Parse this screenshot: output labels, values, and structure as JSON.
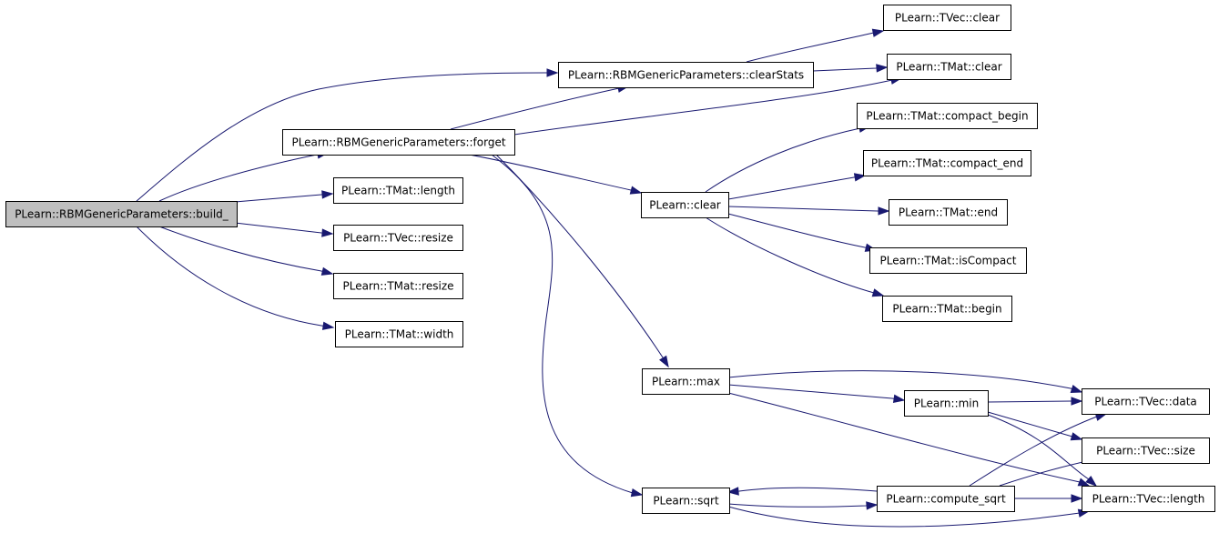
{
  "diagram": {
    "type": "call-graph",
    "colors": {
      "edge": "#191970",
      "root_fill": "#bfbfbf",
      "node_fill": "#ffffff",
      "border": "#000000"
    },
    "nodes": [
      {
        "id": "build",
        "label": "PLearn::RBMGenericParameters::build_",
        "root": true
      },
      {
        "id": "clearStats",
        "label": "PLearn::RBMGenericParameters::clearStats"
      },
      {
        "id": "forget",
        "label": "PLearn::RBMGenericParameters::forget"
      },
      {
        "id": "tmat_length",
        "label": "PLearn::TMat::length"
      },
      {
        "id": "tvec_resize",
        "label": "PLearn::TVec::resize"
      },
      {
        "id": "tmat_resize",
        "label": "PLearn::TMat::resize"
      },
      {
        "id": "tmat_width",
        "label": "PLearn::TMat::width"
      },
      {
        "id": "tvec_clear",
        "label": "PLearn::TVec::clear"
      },
      {
        "id": "tmat_clear",
        "label": "PLearn::TMat::clear"
      },
      {
        "id": "clear",
        "label": "PLearn::clear"
      },
      {
        "id": "compact_begin",
        "label": "PLearn::TMat::compact_begin"
      },
      {
        "id": "compact_end",
        "label": "PLearn::TMat::compact_end"
      },
      {
        "id": "tmat_end",
        "label": "PLearn::TMat::end"
      },
      {
        "id": "isCompact",
        "label": "PLearn::TMat::isCompact"
      },
      {
        "id": "tmat_begin",
        "label": "PLearn::TMat::begin"
      },
      {
        "id": "max",
        "label": "PLearn::max"
      },
      {
        "id": "min",
        "label": "PLearn::min"
      },
      {
        "id": "tvec_data",
        "label": "PLearn::TVec::data"
      },
      {
        "id": "tvec_size",
        "label": "PLearn::TVec::size"
      },
      {
        "id": "sqrt",
        "label": "PLearn::sqrt"
      },
      {
        "id": "compute_sqrt",
        "label": "PLearn::compute_sqrt"
      },
      {
        "id": "tvec_length",
        "label": "PLearn::TVec::length"
      }
    ],
    "edges": [
      {
        "from": "build",
        "to": "clearStats"
      },
      {
        "from": "build",
        "to": "forget"
      },
      {
        "from": "build",
        "to": "tmat_length"
      },
      {
        "from": "build",
        "to": "tvec_resize"
      },
      {
        "from": "build",
        "to": "tmat_resize"
      },
      {
        "from": "build",
        "to": "tmat_width"
      },
      {
        "from": "clearStats",
        "to": "tvec_clear"
      },
      {
        "from": "clearStats",
        "to": "tmat_clear"
      },
      {
        "from": "forget",
        "to": "clearStats"
      },
      {
        "from": "forget",
        "to": "tmat_clear"
      },
      {
        "from": "forget",
        "to": "clear"
      },
      {
        "from": "forget",
        "to": "max"
      },
      {
        "from": "forget",
        "to": "sqrt"
      },
      {
        "from": "clear",
        "to": "compact_begin"
      },
      {
        "from": "clear",
        "to": "compact_end"
      },
      {
        "from": "clear",
        "to": "tmat_end"
      },
      {
        "from": "clear",
        "to": "isCompact"
      },
      {
        "from": "clear",
        "to": "tmat_begin"
      },
      {
        "from": "max",
        "to": "tvec_data"
      },
      {
        "from": "max",
        "to": "min"
      },
      {
        "from": "max",
        "to": "tvec_length"
      },
      {
        "from": "min",
        "to": "tvec_data"
      },
      {
        "from": "min",
        "to": "tvec_size"
      },
      {
        "from": "min",
        "to": "tvec_length"
      },
      {
        "from": "sqrt",
        "to": "compute_sqrt"
      },
      {
        "from": "sqrt",
        "to": "tvec_length"
      },
      {
        "from": "compute_sqrt",
        "to": "sqrt"
      },
      {
        "from": "compute_sqrt",
        "to": "tvec_data"
      },
      {
        "from": "compute_sqrt",
        "to": "tvec_size"
      },
      {
        "from": "compute_sqrt",
        "to": "tvec_length"
      }
    ]
  }
}
